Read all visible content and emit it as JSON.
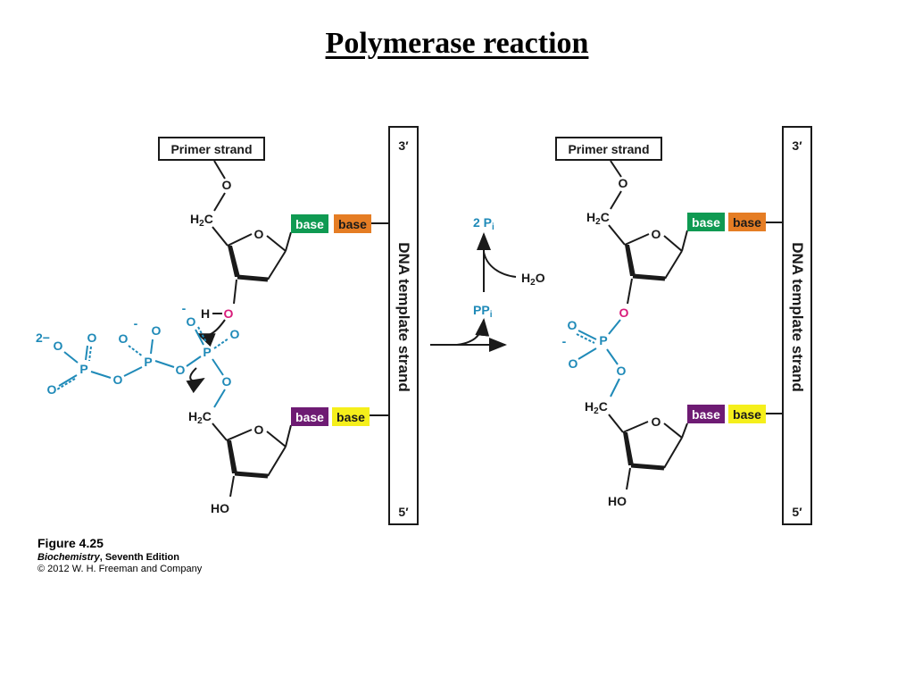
{
  "title": "Polymerase reaction",
  "left": {
    "primer_label": "Primer strand",
    "template_label": "DNA template strand",
    "template_3": "3′",
    "template_5": "5′",
    "upper_base_1": "base",
    "upper_base_2": "base",
    "lower_base_1": "base",
    "lower_base_2": "base",
    "ho": "HO"
  },
  "right": {
    "primer_label": "Primer strand",
    "template_label": "DNA template strand",
    "template_3": "3′",
    "template_5": "5′",
    "upper_base_1": "base",
    "upper_base_2": "base",
    "lower_base_1": "base",
    "lower_base_2": "base",
    "ho": "HO"
  },
  "middle": {
    "product": "2 Pi",
    "water": "H2O",
    "ppi": "PPi"
  },
  "colors": {
    "green": "#0f9a52",
    "orange": "#e57d24",
    "purple": "#6e1b73",
    "yellow": "#f5ef1b",
    "phosphate": "#1f8ab8",
    "oxygen_link": "#d81b7a"
  },
  "caption": {
    "figure": "Figure 4.25",
    "book": "Biochemistry",
    "edition": ", Seventh Edition",
    "copyright": "© 2012 W. H. Freeman and Company"
  }
}
